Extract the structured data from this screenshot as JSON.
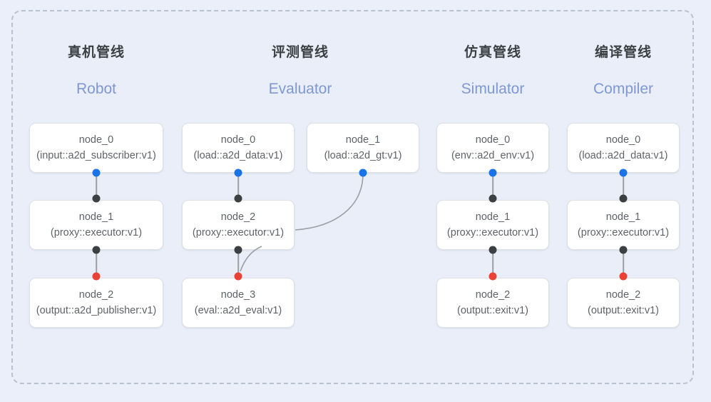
{
  "frame": {
    "border_style": "dashed",
    "border_color": "#b9c0cf",
    "background": "#e9eef8"
  },
  "colors": {
    "page_background": "#eaeff9",
    "panel_background": "#e9eef8",
    "node_background": "#ffffff",
    "node_border": "#dfe1e5",
    "title_text": "#3c4043",
    "subtitle_text": "#7e97d6",
    "node_text": "#5f6368",
    "edge_line": "#9aa0a6",
    "port_input": "#1a73e8",
    "port_middle": "#3c4043",
    "port_output": "#ea4335"
  },
  "columns": [
    {
      "id": "robot",
      "title": "真机管线",
      "subtitle": "Robot",
      "nodes": [
        {
          "id": "node_0",
          "type": "(input::a2d_subscriber:v1)"
        },
        {
          "id": "node_1",
          "type": "(proxy::executor:v1)"
        },
        {
          "id": "node_2",
          "type": "(output::a2d_publisher:v1)"
        }
      ]
    },
    {
      "id": "evaluator",
      "title": "评测管线",
      "subtitle": "Evaluator",
      "nodes": [
        {
          "id": "node_0",
          "type": "(load::a2d_data:v1)"
        },
        {
          "id": "node_1",
          "type": "(load::a2d_gt:v1)"
        },
        {
          "id": "node_2",
          "type": "(proxy::executor:v1)"
        },
        {
          "id": "node_3",
          "type": "(eval::a2d_eval:v1)"
        }
      ]
    },
    {
      "id": "simulator",
      "title": "仿真管线",
      "subtitle": "Simulator",
      "nodes": [
        {
          "id": "node_0",
          "type": "(env::a2d_env:v1)"
        },
        {
          "id": "node_1",
          "type": "(proxy::executor:v1)"
        },
        {
          "id": "node_2",
          "type": "(output::exit:v1)"
        }
      ]
    },
    {
      "id": "compiler",
      "title": "编译管线",
      "subtitle": "Compiler",
      "nodes": [
        {
          "id": "node_0",
          "type": "(load::a2d_data:v1)"
        },
        {
          "id": "node_1",
          "type": "(proxy::executor:v1)"
        },
        {
          "id": "node_2",
          "type": "(output::exit:v1)"
        }
      ]
    }
  ]
}
